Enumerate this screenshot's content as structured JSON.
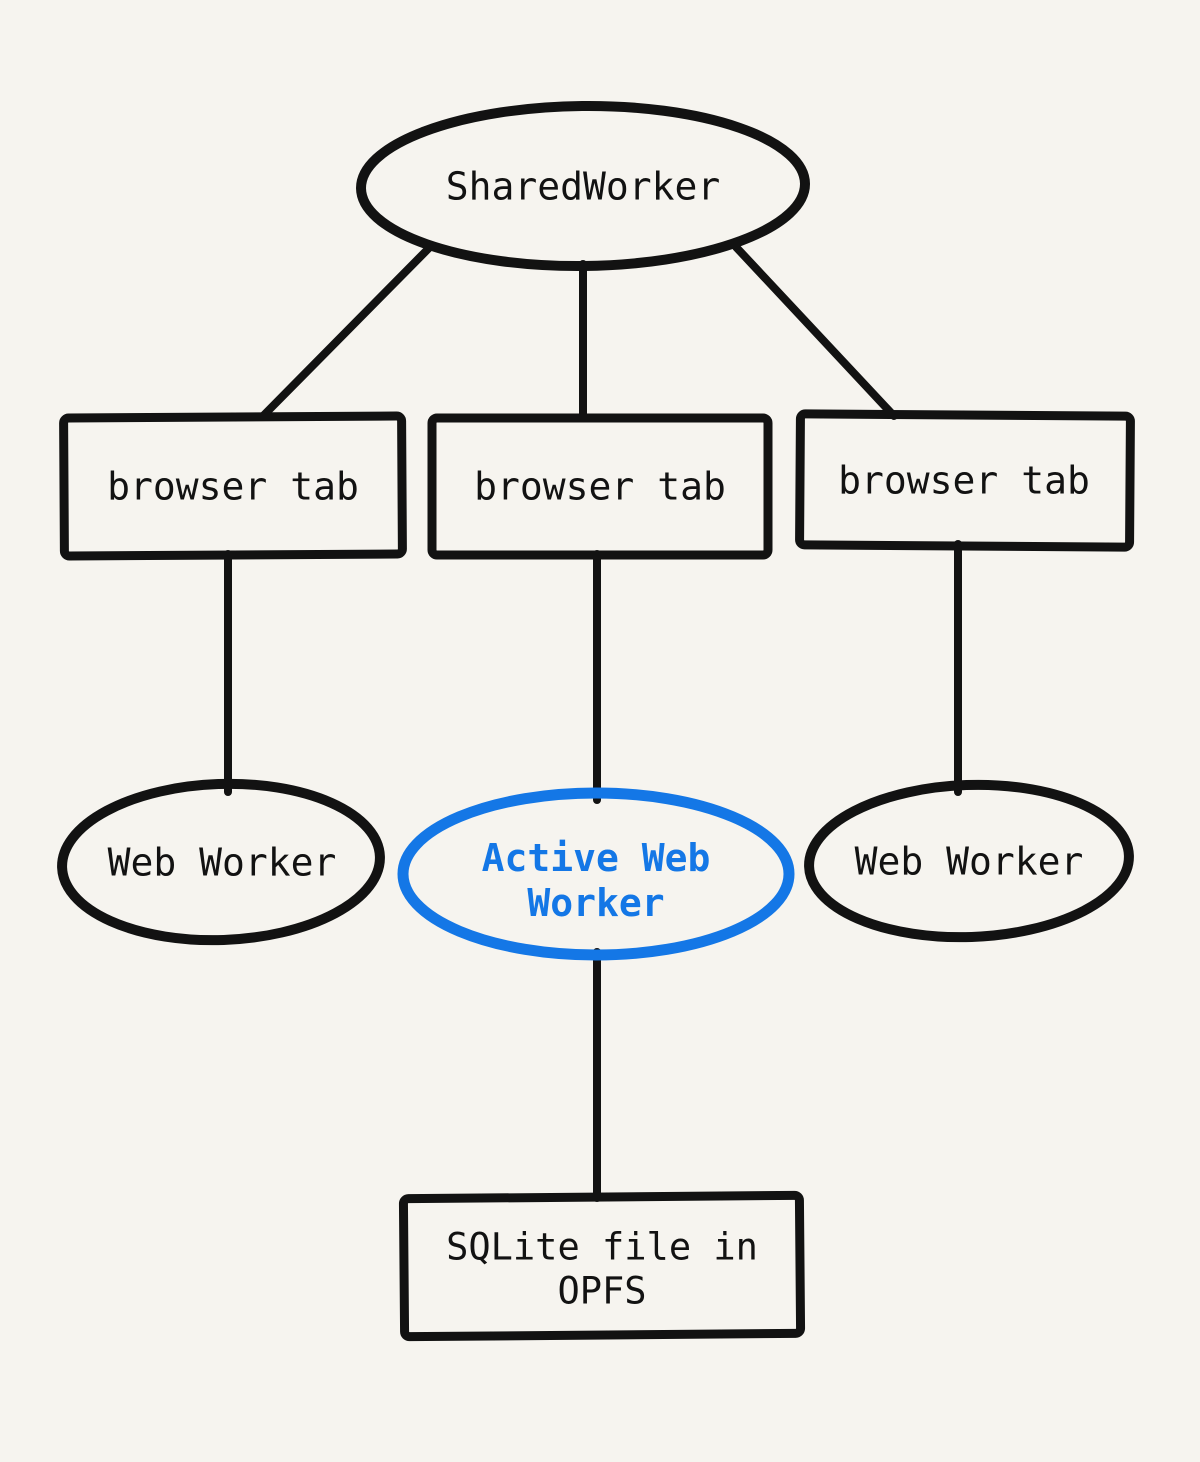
{
  "diagram": {
    "background": "#f6f4ef",
    "ink": "#121212",
    "accent": "#1477e6",
    "nodes": {
      "shared_worker": {
        "shape": "ellipse",
        "label": "SharedWorker"
      },
      "browser_tab_1": {
        "shape": "rectangle",
        "label": "browser tab"
      },
      "browser_tab_2": {
        "shape": "rectangle",
        "label": "browser tab"
      },
      "browser_tab_3": {
        "shape": "rectangle",
        "label": "browser tab"
      },
      "web_worker_1": {
        "shape": "ellipse",
        "label": "Web Worker"
      },
      "active_web_worker": {
        "shape": "ellipse",
        "color": "#1477e6",
        "lines": [
          "Active Web",
          "Worker"
        ]
      },
      "web_worker_2": {
        "shape": "ellipse",
        "label": "Web Worker"
      },
      "sqlite_file": {
        "shape": "rectangle",
        "lines": [
          "SQLite file in",
          "OPFS"
        ]
      }
    },
    "edges": [
      {
        "from": "shared_worker",
        "to": "browser_tab_1"
      },
      {
        "from": "shared_worker",
        "to": "browser_tab_2"
      },
      {
        "from": "shared_worker",
        "to": "browser_tab_3"
      },
      {
        "from": "browser_tab_1",
        "to": "web_worker_1"
      },
      {
        "from": "browser_tab_2",
        "to": "active_web_worker"
      },
      {
        "from": "browser_tab_3",
        "to": "web_worker_2"
      },
      {
        "from": "active_web_worker",
        "to": "sqlite_file"
      }
    ]
  }
}
